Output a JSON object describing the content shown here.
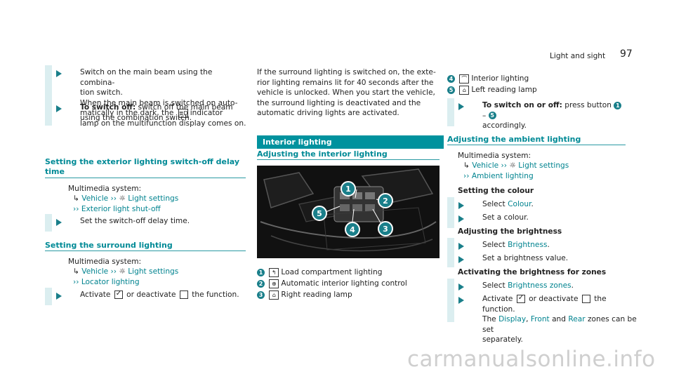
{
  "header": {
    "section": "Light and sight",
    "page_number": "97"
  },
  "col1": {
    "step1": "Switch on the main beam using the combina-\ntion switch.\nWhen the main beam is switched on auto-\nmatically in the dark, the",
    "step1_after_icon": "indicator\nlamp on the multifunction display comes on.",
    "step2_bold": "To switch off:",
    "step2": " switch off the main beam\nusing the combination switch.",
    "h_exterior": "Setting the exterior lighting switch-off delay\ntime",
    "path_intro": "Multimedia system:",
    "path_vehicle": "Vehicle",
    "path_light": "Light settings",
    "path_exterior": "Exterior light shut-off",
    "step3": "Set the switch-off delay time.",
    "h_surround": "Setting the surround lighting",
    "path_locator": "Locator lighting",
    "step4_a": "Activate",
    "step4_b": "or deactivate",
    "step4_c": "the function."
  },
  "col2": {
    "intro": "If the surround lighting is switched on, the exte-\nrior lighting remains lit for 40 seconds after the\nvehicle is unlocked. When you start the vehicle,\nthe surround lighting is deactivated and the\nautomatic driving lights are activated.",
    "banner": "Interior lighting",
    "h_adjust": "Adjusting the interior lighting",
    "legend": [
      {
        "num": "1",
        "text": "Load compartment lighting"
      },
      {
        "num": "2",
        "text": "Automatic interior lighting control"
      },
      {
        "num": "3",
        "text": "Right reading lamp"
      }
    ],
    "callouts": [
      "1",
      "2",
      "3",
      "4",
      "5"
    ]
  },
  "col3": {
    "legend": [
      {
        "num": "4",
        "text": "Interior lighting"
      },
      {
        "num": "5",
        "text": "Left reading lamp"
      }
    ],
    "step_bold": "To switch on or off:",
    "step_text": " press button",
    "step_range_sep": "–",
    "step_end": "accordingly.",
    "h_ambient": "Adjusting the ambient lighting",
    "path_intro": "Multimedia system:",
    "path_vehicle": "Vehicle",
    "path_light": "Light settings",
    "path_ambient": "Ambient lighting",
    "h_colour": "Setting the colour",
    "select": "Select",
    "colour": "Colour",
    "set_colour": "Set a colour.",
    "h_bright": "Adjusting the brightness",
    "brightness": "Brightness",
    "set_bright": "Set a brightness value.",
    "h_zones": "Activating the brightness for zones",
    "zones": "Brightness zones",
    "act_a": "Activate",
    "act_b": "or deactivate",
    "act_c": "the function.",
    "the": "The",
    "display": "Display",
    "front": "Front",
    "and": "and",
    "rear": "Rear",
    "zones_tail": "zones can be set\nseparately."
  },
  "footer": {
    "watermark": "carmanualsonline.info"
  },
  "colors": {
    "accent": "#00929e",
    "link": "#00838f",
    "hint_bar": "#dbeef0"
  }
}
